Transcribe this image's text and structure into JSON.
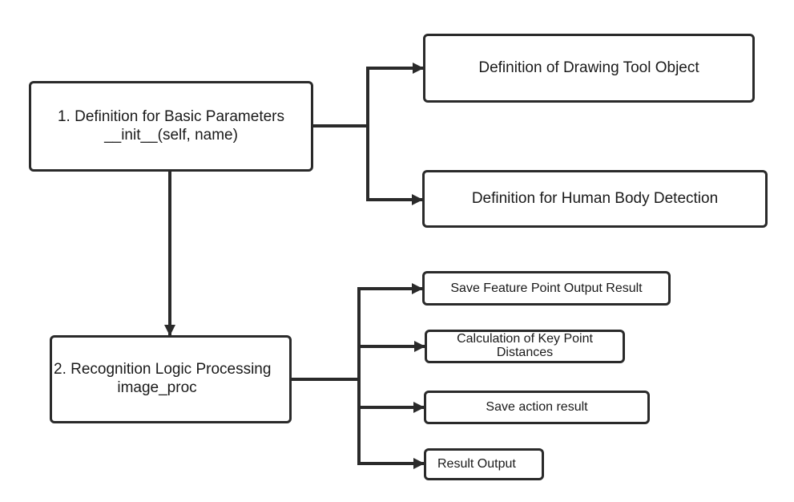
{
  "diagram": {
    "main_boxes": {
      "basic_params": {
        "line1": "1. Definition for Basic Parameters",
        "line2": "__init__(self, name)"
      },
      "recognition": {
        "line1": "2. Recognition Logic Processing",
        "line2": "image_proc"
      }
    },
    "init_children": {
      "drawing_tool": "Definition of Drawing Tool Object",
      "human_body": "Definition for Human Body Detection"
    },
    "proc_children": {
      "save_feature": "Save Feature Point Output Result",
      "key_point_line1": "Calculation of Key Point",
      "key_point_line2": "Distances",
      "save_action": "Save action result",
      "result_output": "Result Output"
    },
    "colors": {
      "stroke": "#2a2a2a",
      "text": "#1a1a1a",
      "background": "#ffffff"
    }
  }
}
